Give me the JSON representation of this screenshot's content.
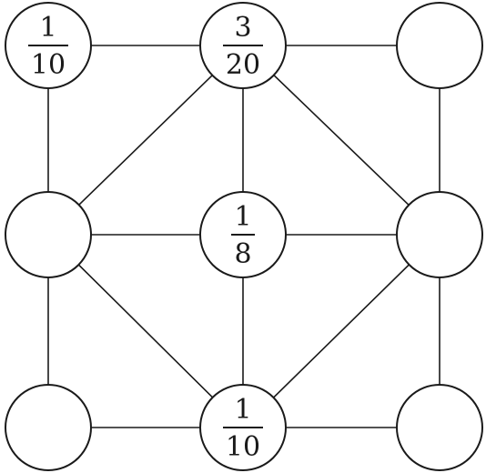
{
  "nodes": [
    {
      "id": "n00",
      "row": 0,
      "col": 0,
      "numerator": "1",
      "denominator": "10"
    },
    {
      "id": "n01",
      "row": 0,
      "col": 1,
      "numerator": "3",
      "denominator": "20"
    },
    {
      "id": "n02",
      "row": 0,
      "col": 2,
      "numerator": "",
      "denominator": ""
    },
    {
      "id": "n10",
      "row": 1,
      "col": 0,
      "numerator": "",
      "denominator": ""
    },
    {
      "id": "n11",
      "row": 1,
      "col": 1,
      "numerator": "1",
      "denominator": "8"
    },
    {
      "id": "n12",
      "row": 1,
      "col": 2,
      "numerator": "",
      "denominator": ""
    },
    {
      "id": "n20",
      "row": 2,
      "col": 0,
      "numerator": "",
      "denominator": ""
    },
    {
      "id": "n21",
      "row": 2,
      "col": 1,
      "numerator": "1",
      "denominator": "10"
    },
    {
      "id": "n22",
      "row": 2,
      "col": 2,
      "numerator": "",
      "denominator": ""
    }
  ],
  "edges": [
    [
      "n00",
      "n01"
    ],
    [
      "n01",
      "n02"
    ],
    [
      "n00",
      "n10"
    ],
    [
      "n10",
      "n20"
    ],
    [
      "n02",
      "n12"
    ],
    [
      "n12",
      "n22"
    ],
    [
      "n20",
      "n21"
    ],
    [
      "n21",
      "n22"
    ],
    [
      "n01",
      "n11"
    ],
    [
      "n11",
      "n21"
    ],
    [
      "n10",
      "n11"
    ],
    [
      "n11",
      "n12"
    ],
    [
      "n01",
      "n10"
    ],
    [
      "n10",
      "n21"
    ],
    [
      "n21",
      "n12"
    ],
    [
      "n12",
      "n01"
    ]
  ]
}
